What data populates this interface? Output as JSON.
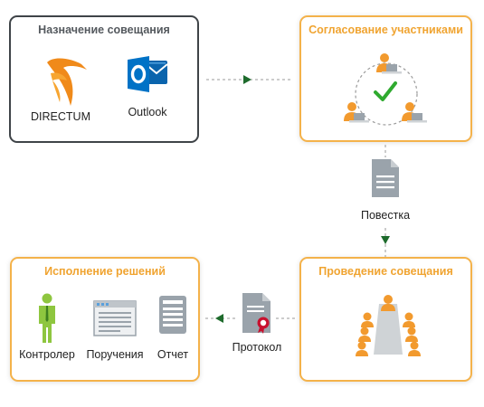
{
  "stages": {
    "scheduling": {
      "title": "Назначение совещания",
      "directum_label": "DIRECTUM",
      "outlook_label": "Outlook"
    },
    "approval": {
      "title": "Согласование участниками"
    },
    "meeting": {
      "title": "Проведение совещания"
    },
    "execution": {
      "title": "Исполнение решений",
      "controller_label": "Контролер",
      "assignments_label": "Поручения",
      "report_label": "Отчет"
    }
  },
  "documents": {
    "agenda_label": "Повестка",
    "protocol_label": "Протокол"
  },
  "colors": {
    "accent": "#f0a431",
    "border_gray": "#3f4448",
    "arrow_green": "#1e6b2c",
    "check_green": "#2faa2f",
    "person_green": "#8ec63f"
  }
}
